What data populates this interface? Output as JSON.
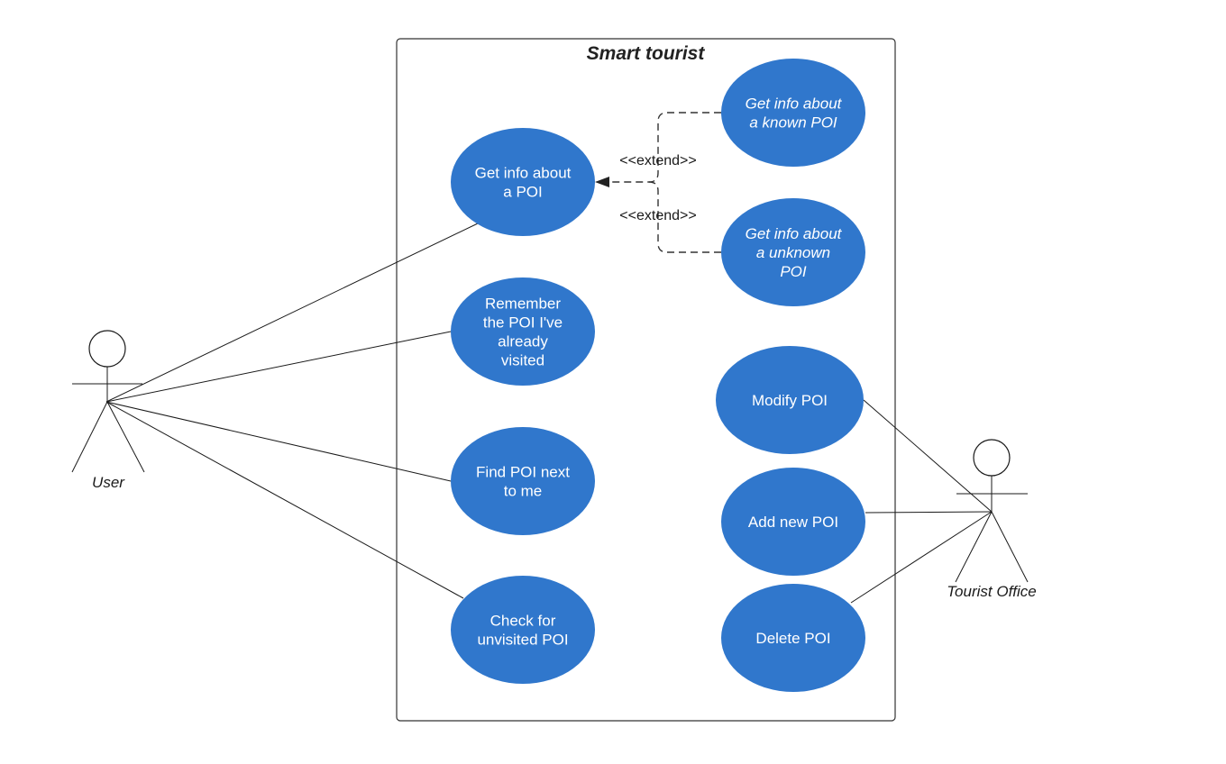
{
  "system": {
    "title": "Smart tourist"
  },
  "actors": {
    "user": {
      "label": "User"
    },
    "tourist_office": {
      "label": "Tourist Office"
    }
  },
  "relations": {
    "extend_1": "<<extend>>",
    "extend_2": "<<extend>>"
  },
  "use_cases": {
    "get_info_poi": [
      "Get info about",
      "a POI"
    ],
    "get_info_known": [
      "Get info about",
      "a known POI"
    ],
    "get_info_unknown": [
      "Get info about",
      "a unknown",
      "POI"
    ],
    "remember_visited": [
      "Remember",
      "the POI I've",
      "already",
      "visited"
    ],
    "find_next": [
      "Find POI next",
      "to me"
    ],
    "check_unvisited": [
      "Check for",
      "unvisited POI"
    ],
    "modify_poi": [
      "Modify POI"
    ],
    "add_poi": [
      "Add new POI"
    ],
    "delete_poi": [
      "Delete POI"
    ]
  },
  "colors": {
    "use_case_fill": "#3077CC",
    "line": "#1a1a1a"
  }
}
